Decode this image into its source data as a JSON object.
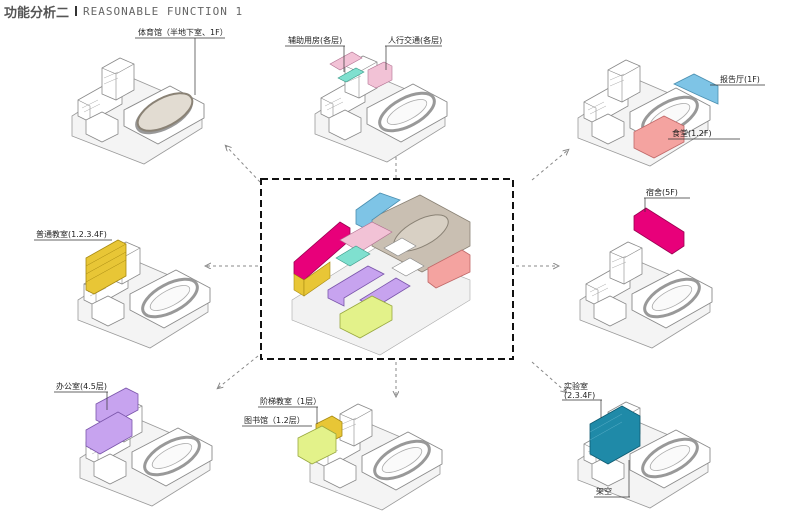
{
  "header": {
    "title_cn": "功能分析二",
    "title_en": "REASONABLE FUNCTION 1"
  },
  "colors": {
    "frame": "#111111",
    "arrow": "#888888",
    "building_stroke": "#9a9a9a",
    "pink": "#e8007a",
    "blue": "#7ec4e6",
    "salmon": "#f4a3a0",
    "yellow": "#e8c636",
    "purple": "#c7a3ef",
    "lime": "#e3f28a",
    "teal": "#1f8aa8",
    "mint": "#7fe0cf",
    "taupe": "#c9bfb2",
    "lightpink": "#f2c2d6"
  },
  "panels": {
    "top_left": {
      "labels": [
        "体育馆（半地下室、1F）"
      ]
    },
    "top_center": {
      "labels": [
        "辅助用房(各层)",
        "人行交通(各层)"
      ]
    },
    "top_right": {
      "labels": [
        "报告厅(1F)",
        "食堂(1.2F)"
      ]
    },
    "mid_left": {
      "labels": [
        "普通教室(1.2.3.4F)"
      ]
    },
    "mid_right": {
      "labels": [
        "宿舍(5F)"
      ]
    },
    "bottom_left": {
      "labels": [
        "办公室(4.5层)"
      ]
    },
    "bottom_center": {
      "labels": [
        "阶梯教室（1层）",
        "图书馆（1.2层）"
      ]
    },
    "bottom_right": {
      "labels": [
        "实验室",
        "(2.3.4F)",
        "架空"
      ]
    }
  }
}
